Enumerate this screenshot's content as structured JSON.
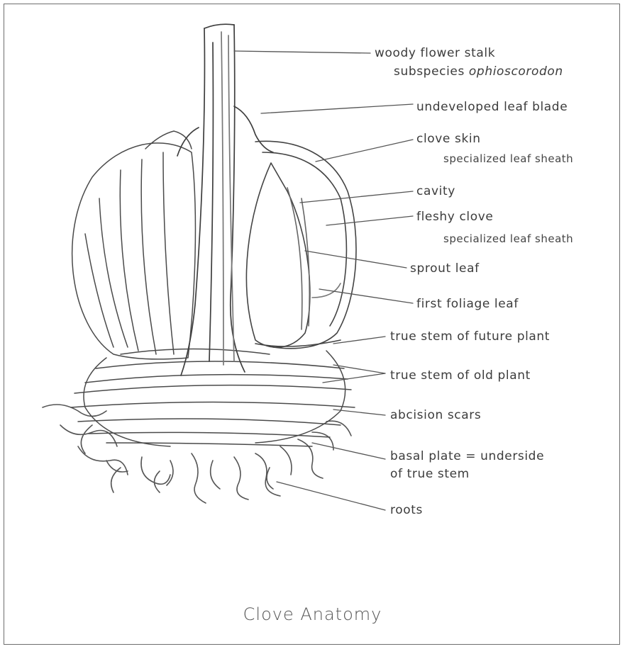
{
  "diagram": {
    "title": "Clove Anatomy",
    "labels": {
      "woody_flower_stalk": "woody flower stalk",
      "subspecies_prefix": "subspecies ",
      "subspecies_name": "ophioscorodon",
      "undeveloped_leaf_blade": "undeveloped leaf blade",
      "clove_skin": "clove skin",
      "clove_skin_sub": "specialized leaf sheath",
      "cavity": "cavity",
      "fleshy_clove": "fleshy clove",
      "fleshy_clove_sub": "specialized leaf sheath",
      "sprout_leaf": "sprout leaf",
      "first_foliage_leaf": "first foliage leaf",
      "true_stem_future": "true stem of future plant",
      "true_stem_old": "true stem of old plant",
      "abcision_scars": "abcision scars",
      "basal_plate_line1": "basal plate = underside",
      "basal_plate_line2": "of true stem",
      "roots": "roots"
    }
  }
}
